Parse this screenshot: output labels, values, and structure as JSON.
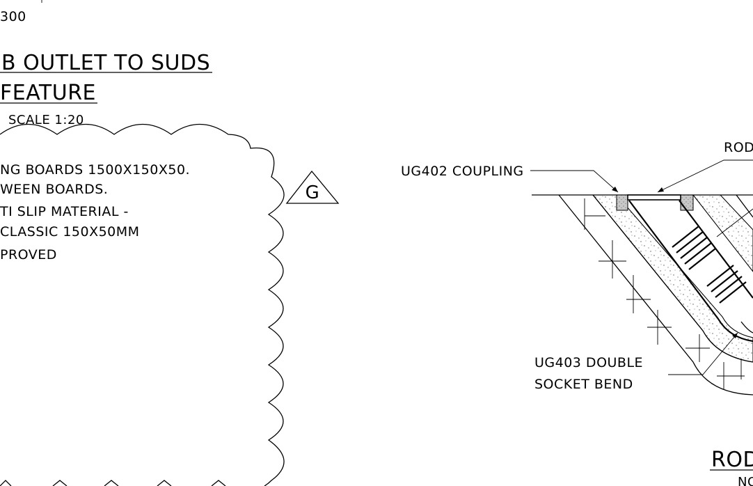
{
  "top_fragment": "300",
  "detail_title": {
    "line1": "B OUTLET TO SUDS",
    "line2": "FEATURE",
    "scale": "SCALE 1:20"
  },
  "notes": [
    "NG BOARDS 1500X150X50.",
    "WEEN BOARDS.",
    "TI SLIP MATERIAL -",
    "CLASSIC 150X50MM",
    "PROVED"
  ],
  "revision_tag": "G",
  "callouts": {
    "coupling": "UG402 COUPLING",
    "rodding_top": "ROD",
    "bend_line1": "UG403 DOUBLE",
    "bend_line2": "SOCKET BEND"
  },
  "second_title": {
    "line1": "ROD",
    "line2": "NO"
  }
}
